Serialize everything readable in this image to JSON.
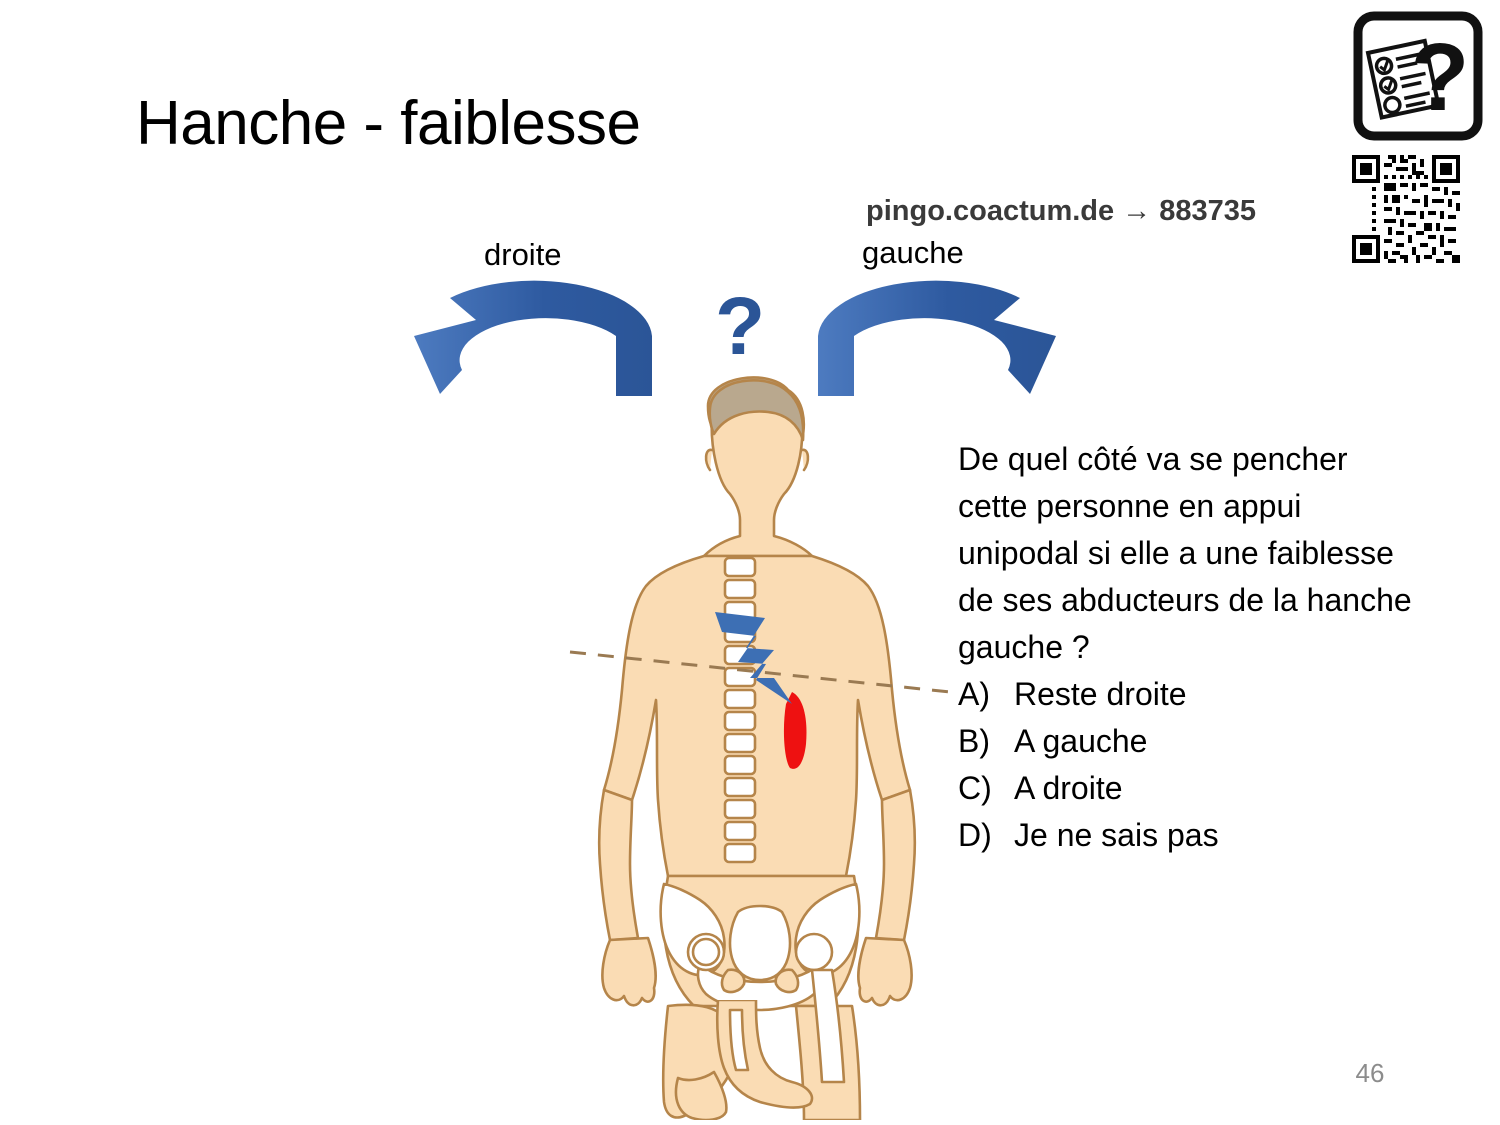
{
  "slide": {
    "title": "Hanche - faiblesse",
    "page_number": "46"
  },
  "poll": {
    "pingo_line": "pingo.coactum.de → 883735",
    "icon_name": "poll-quiz-icon",
    "qr_name": "qr-code"
  },
  "diagram": {
    "label_left": "droite",
    "label_right": "gauche",
    "center_symbol": "?",
    "arrow_left_name": "curved-arrow-left",
    "arrow_right_name": "curved-arrow-right",
    "lightning_name": "lightning-bolt-marker",
    "muscle_marker_name": "red-muscle-marker",
    "pelvic_line_name": "pelvic-tilt-dashed-line",
    "figure_name": "anatomy-figure-single-leg-stance"
  },
  "question": {
    "lines": [
      "De quel côté va se pencher",
      "cette personne en appui",
      "unipodal si elle a une faiblesse",
      "de ses abducteurs de la hanche",
      "gauche ?"
    ],
    "answers": [
      {
        "key": "A)",
        "text": "Reste droite"
      },
      {
        "key": "B)",
        "text": "A gauche"
      },
      {
        "key": "C)",
        "text": "A droite"
      },
      {
        "key": "D)",
        "text": "Je ne sais pas"
      }
    ]
  },
  "colors": {
    "arrow_blue": "#2b5597",
    "arrow_blue_light": "#4472b8",
    "question_blue": "#2b5597",
    "muscle_red": "#ee1111",
    "skin": "#fadcb4",
    "skin_outline": "#b5854a",
    "hair": "#b9a88e",
    "bone_white": "#ffffff",
    "page_number_gray": "#8c8c8c",
    "pingo_gray": "#3a3a3a"
  }
}
